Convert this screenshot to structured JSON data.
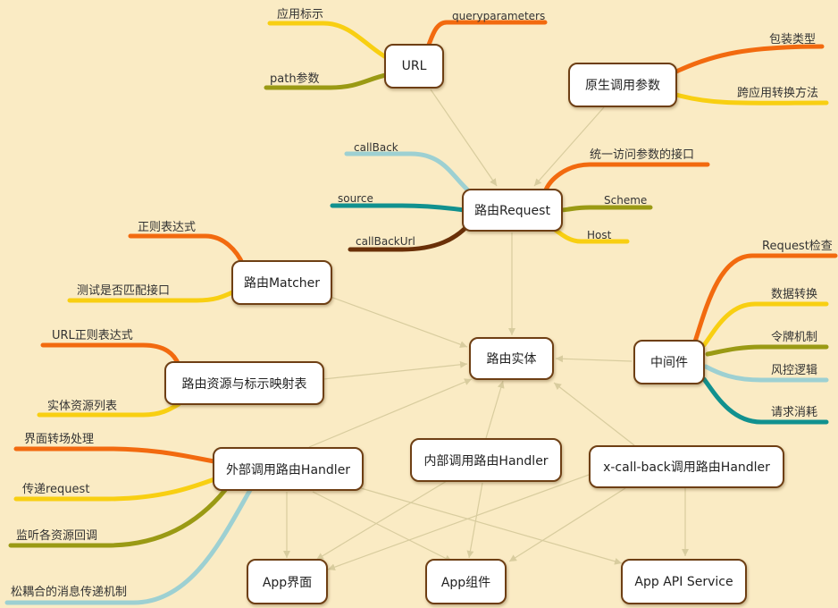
{
  "nodes": {
    "url": "URL",
    "native_params": "原生调用参数",
    "route_request": "路由Request",
    "route_matcher": "路由Matcher",
    "route_entity": "路由实体",
    "middleware": "中间件",
    "resource_map": "路由资源与标示映射表",
    "external_handler": "外部调用路由Handler",
    "internal_handler": "内部调用路由Handler",
    "xcallback_handler": "x-call-back调用路由Handler",
    "app_ui": "App界面",
    "app_component": "App组件",
    "app_api_service": "App API Service"
  },
  "leaves": {
    "url": [
      "应用标示",
      "queryparameters",
      "path参数"
    ],
    "native_params": [
      "包装类型",
      "跨应用转换方法"
    ],
    "route_request": [
      "callBack",
      "统一访问参数的接口",
      "source",
      "Scheme",
      "callBackUrl",
      "Host"
    ],
    "route_matcher": [
      "正则表达式",
      "测试是否匹配接口"
    ],
    "resource_map": [
      "URL正则表达式",
      "实体资源列表"
    ],
    "middleware": [
      "Request检查",
      "数据转换",
      "令牌机制",
      "风控逻辑",
      "请求消耗"
    ],
    "external_handler": [
      "界面转场处理",
      "传递request",
      "监听各资源回调",
      "松耦合的消息传递机制"
    ]
  },
  "colors": {
    "background": "#faebc4",
    "node_border": "#6e3f14",
    "arrow": "#d8cc9e",
    "orange": "#f26a0f",
    "yellow": "#f8cf12",
    "olive": "#9a9a14",
    "light_blue": "#9dd0d2",
    "teal": "#11918f",
    "brown": "#6a3008"
  }
}
